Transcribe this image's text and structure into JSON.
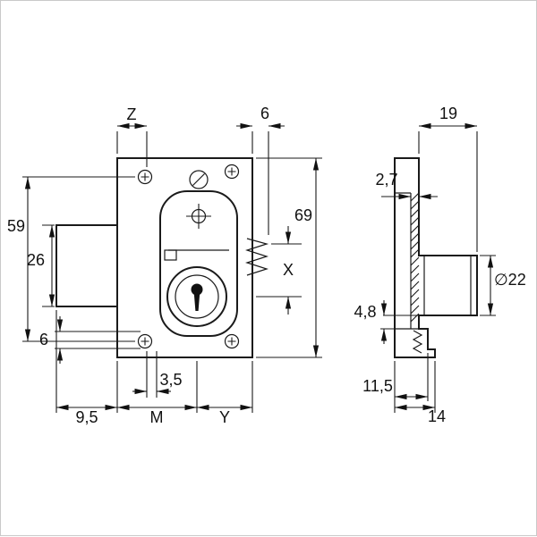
{
  "drawing": {
    "kind": "technical-dimension-drawing",
    "views": [
      "front-view",
      "side-view"
    ]
  },
  "labels": {
    "front": {
      "z": "Z",
      "edge_offset": "6",
      "hole_spacing": "59",
      "bolt_height": "26",
      "slot_length": "6",
      "body_height": "69",
      "x": "X",
      "slot_width": "3,5",
      "bolt_edge": "9,5",
      "m": "M",
      "y": "Y"
    },
    "side": {
      "depth": "19",
      "plate_thickness": "2,7",
      "cylinder_diameter": "∅22",
      "gap": "4,8",
      "inner_width": "11,5",
      "outer_width": "14"
    }
  },
  "colors": {
    "line": "#1a1a1a",
    "background": "#ffffff"
  }
}
